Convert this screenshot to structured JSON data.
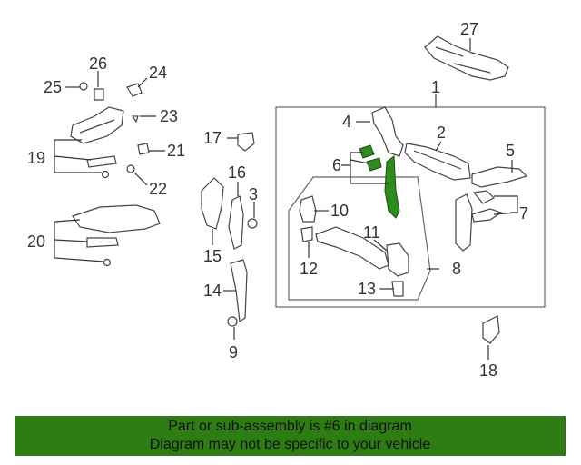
{
  "callouts": {
    "n1": "1",
    "n2": "2",
    "n3": "3",
    "n4": "4",
    "n5": "5",
    "n6": "6",
    "n7": "7",
    "n8": "8",
    "n9": "9",
    "n10": "10",
    "n11": "11",
    "n12": "12",
    "n13": "13",
    "n14": "14",
    "n15": "15",
    "n16": "16",
    "n17": "17",
    "n18": "18",
    "n19": "19",
    "n20": "20",
    "n21": "21",
    "n22": "22",
    "n23": "23",
    "n24": "24",
    "n25": "25",
    "n26": "26",
    "n27": "27"
  },
  "banner": {
    "line1": "Part or sub-assembly is #6 in diagram",
    "line2": "Diagram may not be specific to your vehicle",
    "color": "#2e7d14"
  },
  "highlight_color": "#2e8b1e"
}
